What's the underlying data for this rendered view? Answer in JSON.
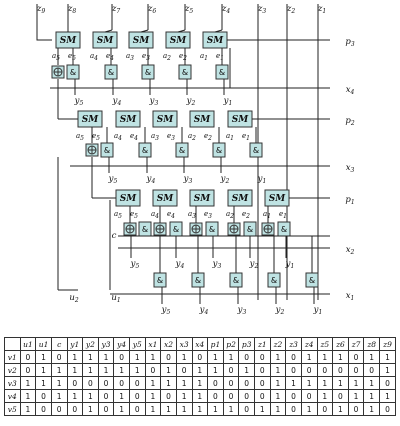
{
  "z_labels": [
    "z9",
    "z8",
    "z7",
    "z6",
    "z5",
    "z4",
    "z3",
    "z2",
    "z1"
  ],
  "p_labels": [
    "p3",
    "p2",
    "p1"
  ],
  "x_labels": [
    "x4",
    "x3",
    "x2",
    "x1"
  ],
  "y_labels": [
    "y1",
    "y2",
    "y3",
    "y4",
    "y5"
  ],
  "u_labels": [
    "u2",
    "u1"
  ],
  "c_label": "c",
  "sm_label": "SM",
  "and_label": "&",
  "ab_labels": {
    "row1": [
      "a5",
      "e5",
      "a4",
      "e4",
      "a3",
      "e3",
      "a2",
      "e2",
      "a1",
      "e1"
    ],
    "row2": [
      "a5",
      "e5",
      "a4",
      "e4",
      "a3",
      "e3",
      "a2",
      "e2",
      "a1",
      "e1"
    ],
    "row3": [
      "a5",
      "e5",
      "a4",
      "e4",
      "a3",
      "e3",
      "a2",
      "e2",
      "a1",
      "e1"
    ]
  },
  "table": {
    "headers": [
      "",
      "u1",
      "u1",
      "c",
      "y1",
      "y2",
      "y3",
      "y4",
      "y5",
      "x1",
      "x2",
      "x3",
      "x4",
      "p1",
      "p2",
      "p3",
      "z1",
      "z2",
      "z3",
      "z4",
      "z5",
      "z6",
      "z7",
      "z8",
      "z9"
    ],
    "rows": [
      {
        "label": "v1",
        "cells": [
          "0",
          "1",
          "0",
          "1",
          "1",
          "1",
          "0",
          "1",
          "1",
          "0",
          "1",
          "0",
          "1",
          "1",
          "0",
          "0",
          "1",
          "0",
          "1",
          "1",
          "1",
          "0",
          "1",
          "1"
        ]
      },
      {
        "label": "v2",
        "cells": [
          "0",
          "1",
          "1",
          "1",
          "1",
          "1",
          "1",
          "1",
          "0",
          "1",
          "0",
          "1",
          "1",
          "0",
          "1",
          "0",
          "1",
          "0",
          "0",
          "0",
          "0",
          "0",
          "0",
          "1"
        ]
      },
      {
        "label": "v3",
        "cells": [
          "1",
          "1",
          "1",
          "0",
          "0",
          "0",
          "0",
          "0",
          "1",
          "1",
          "1",
          "1",
          "0",
          "0",
          "0",
          "0",
          "1",
          "1",
          "1",
          "1",
          "1",
          "1",
          "1",
          "0"
        ]
      },
      {
        "label": "v4",
        "cells": [
          "1",
          "0",
          "1",
          "1",
          "1",
          "0",
          "1",
          "0",
          "1",
          "0",
          "1",
          "1",
          "0",
          "0",
          "0",
          "0",
          "1",
          "0",
          "0",
          "1",
          "0",
          "1",
          "1",
          "1"
        ]
      },
      {
        "label": "v5",
        "cells": [
          "1",
          "0",
          "0",
          "0",
          "1",
          "0",
          "1",
          "0",
          "1",
          "1",
          "1",
          "1",
          "1",
          "1",
          "0",
          "1",
          "1",
          "0",
          "1",
          "0",
          "1",
          "0",
          "1",
          "0"
        ]
      }
    ]
  }
}
